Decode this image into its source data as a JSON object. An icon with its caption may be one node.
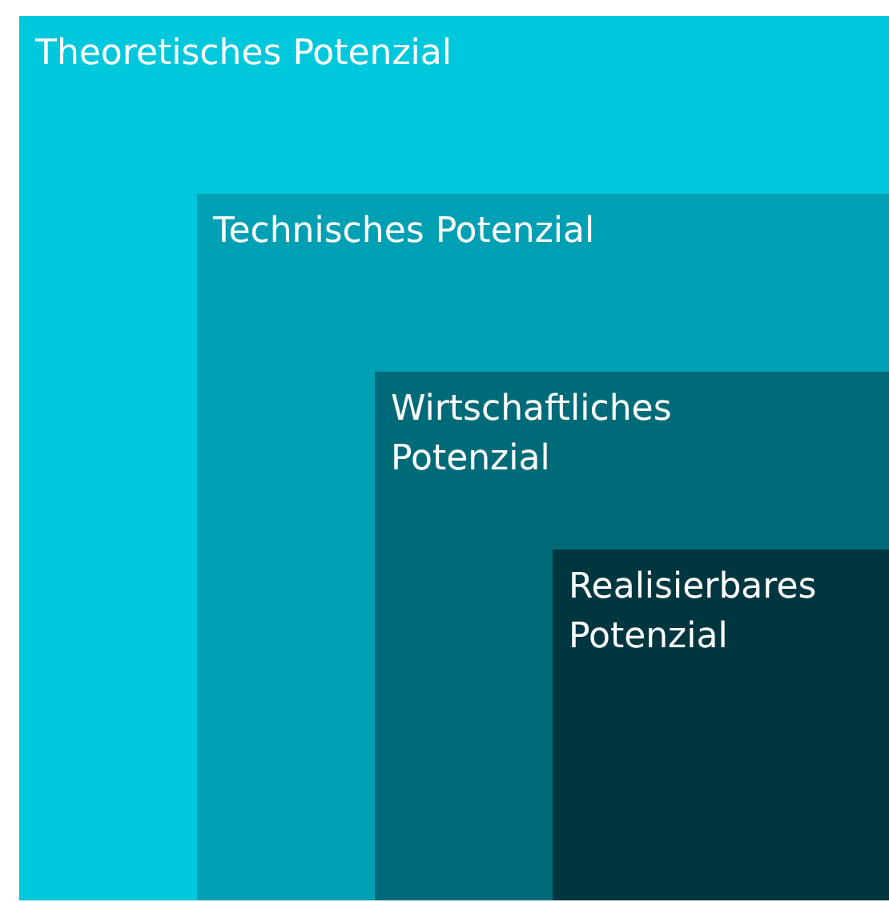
{
  "diagram": {
    "nodes": [
      {
        "text": [
          "Theoretisches Potenzial"
        ]
      },
      {
        "text": [
          "Technisches Potenzial"
        ],
        "in": 0
      },
      {
        "text": [
          "Wirtschaftliches Potenzial"
        ],
        "in": 1
      },
      {
        "text": [
          "Realisierbares Potenzial"
        ],
        "in": 2
      }
    ]
  }
}
